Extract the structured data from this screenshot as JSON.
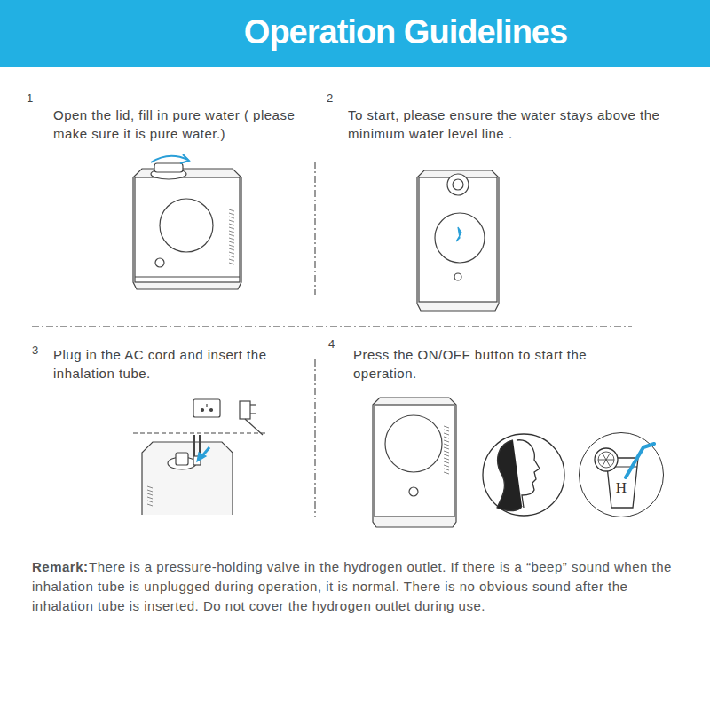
{
  "diagram": {
    "title": "Operation Guidelines",
    "nodes": [
      {
        "text": [
          "H"
        ]
      }
    ],
    "labels": [
      "1",
      "Open the lid, fill in pure water ( please make sure it is pure water.)",
      "2",
      "To start, please ensure the water stays above the minimum water level line .",
      "3",
      "Plug in the AC cord and insert the inhalation tube.",
      "4",
      "Press the ON/OFF button to start the operation.",
      "Remark:",
      "There is a pressure-holding valve in the hydrogen outlet. If there is a “beep” sound when the inhalation tube is unplugged during operation, it is normal. There is no obvious sound after the inhalation tube is inserted. Do not cover the hydrogen outlet during use."
    ]
  }
}
